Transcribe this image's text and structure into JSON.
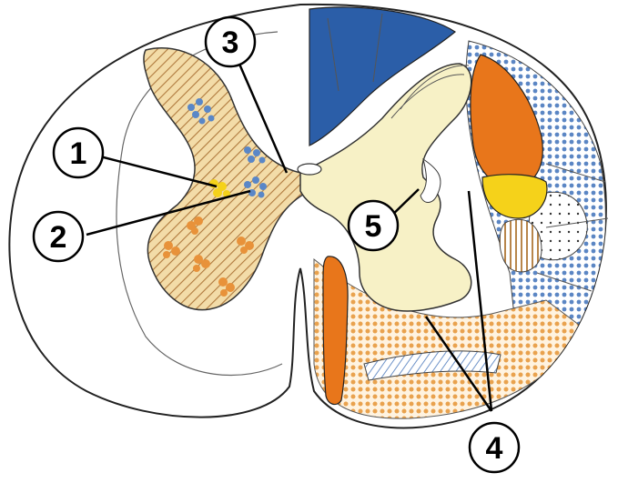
{
  "diagram": {
    "labels": [
      "1",
      "2",
      "3",
      "4",
      "5"
    ]
  },
  "colors": {
    "outline": "#222222",
    "grey_matter": "#f7f1c6",
    "posterior_column_blue": "#2b5ea8",
    "orange_tract": "#e8761b",
    "yellow_tract": "#f5d21a",
    "dotted_blue": "#5b86c4",
    "dotted_orange": "#e9a24e",
    "hatch_brown": "#b8864b",
    "nucleus_blue": "#5a87c7",
    "nucleus_orange": "#e8923a"
  }
}
